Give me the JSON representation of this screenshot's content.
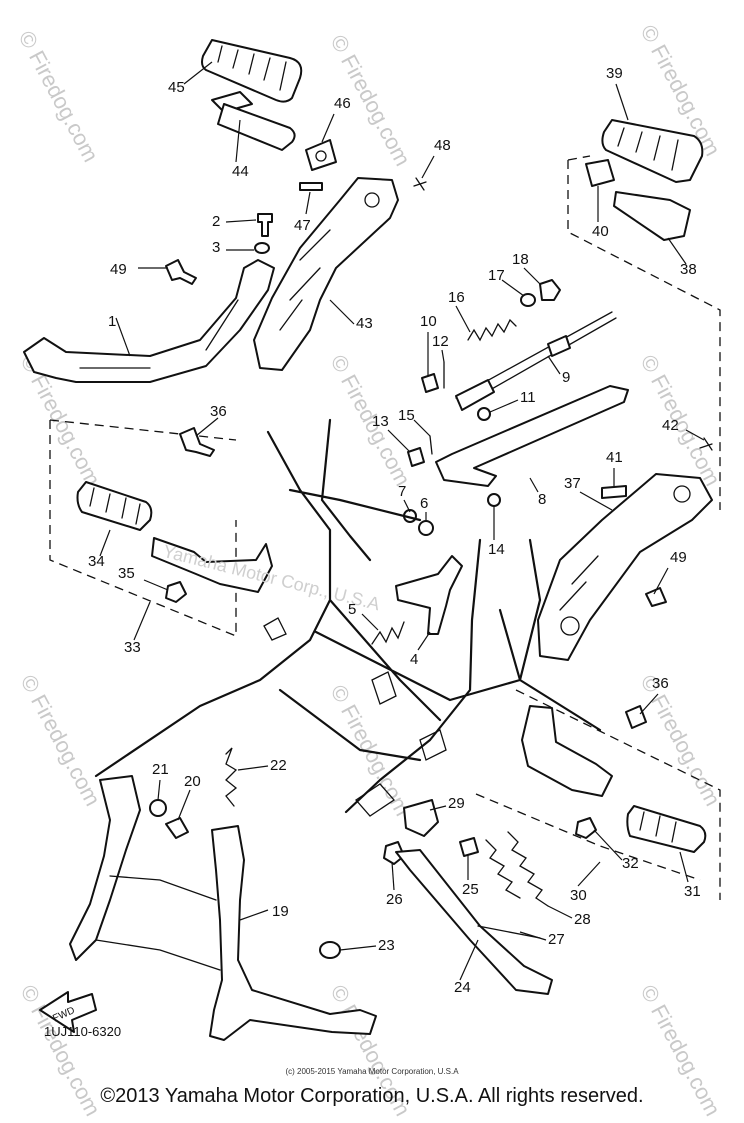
{
  "diagram": {
    "code": "1UJ110-6320",
    "direction_label": "FWD",
    "copyright_small": "(c) 2005-2015 Yamaha Motor Corporation, U.S.A",
    "copyright_main": "©2013 Yamaha Motor Corporation, U.S.A. All rights reserved.",
    "watermark": "© Firedog.com",
    "center_watermark": "Yamaha Motor Corp., U.S.A",
    "labels": [
      "1",
      "2",
      "3",
      "4",
      "5",
      "6",
      "7",
      "8",
      "9",
      "10",
      "11",
      "12",
      "13",
      "14",
      "15",
      "16",
      "17",
      "18",
      "19",
      "20",
      "21",
      "22",
      "23",
      "24",
      "25",
      "26",
      "27",
      "28",
      "29",
      "30",
      "31",
      "32",
      "33",
      "34",
      "35",
      "36",
      "36",
      "37",
      "38",
      "39",
      "40",
      "41",
      "42",
      "43",
      "44",
      "45",
      "46",
      "47",
      "48",
      "49",
      "49"
    ]
  }
}
